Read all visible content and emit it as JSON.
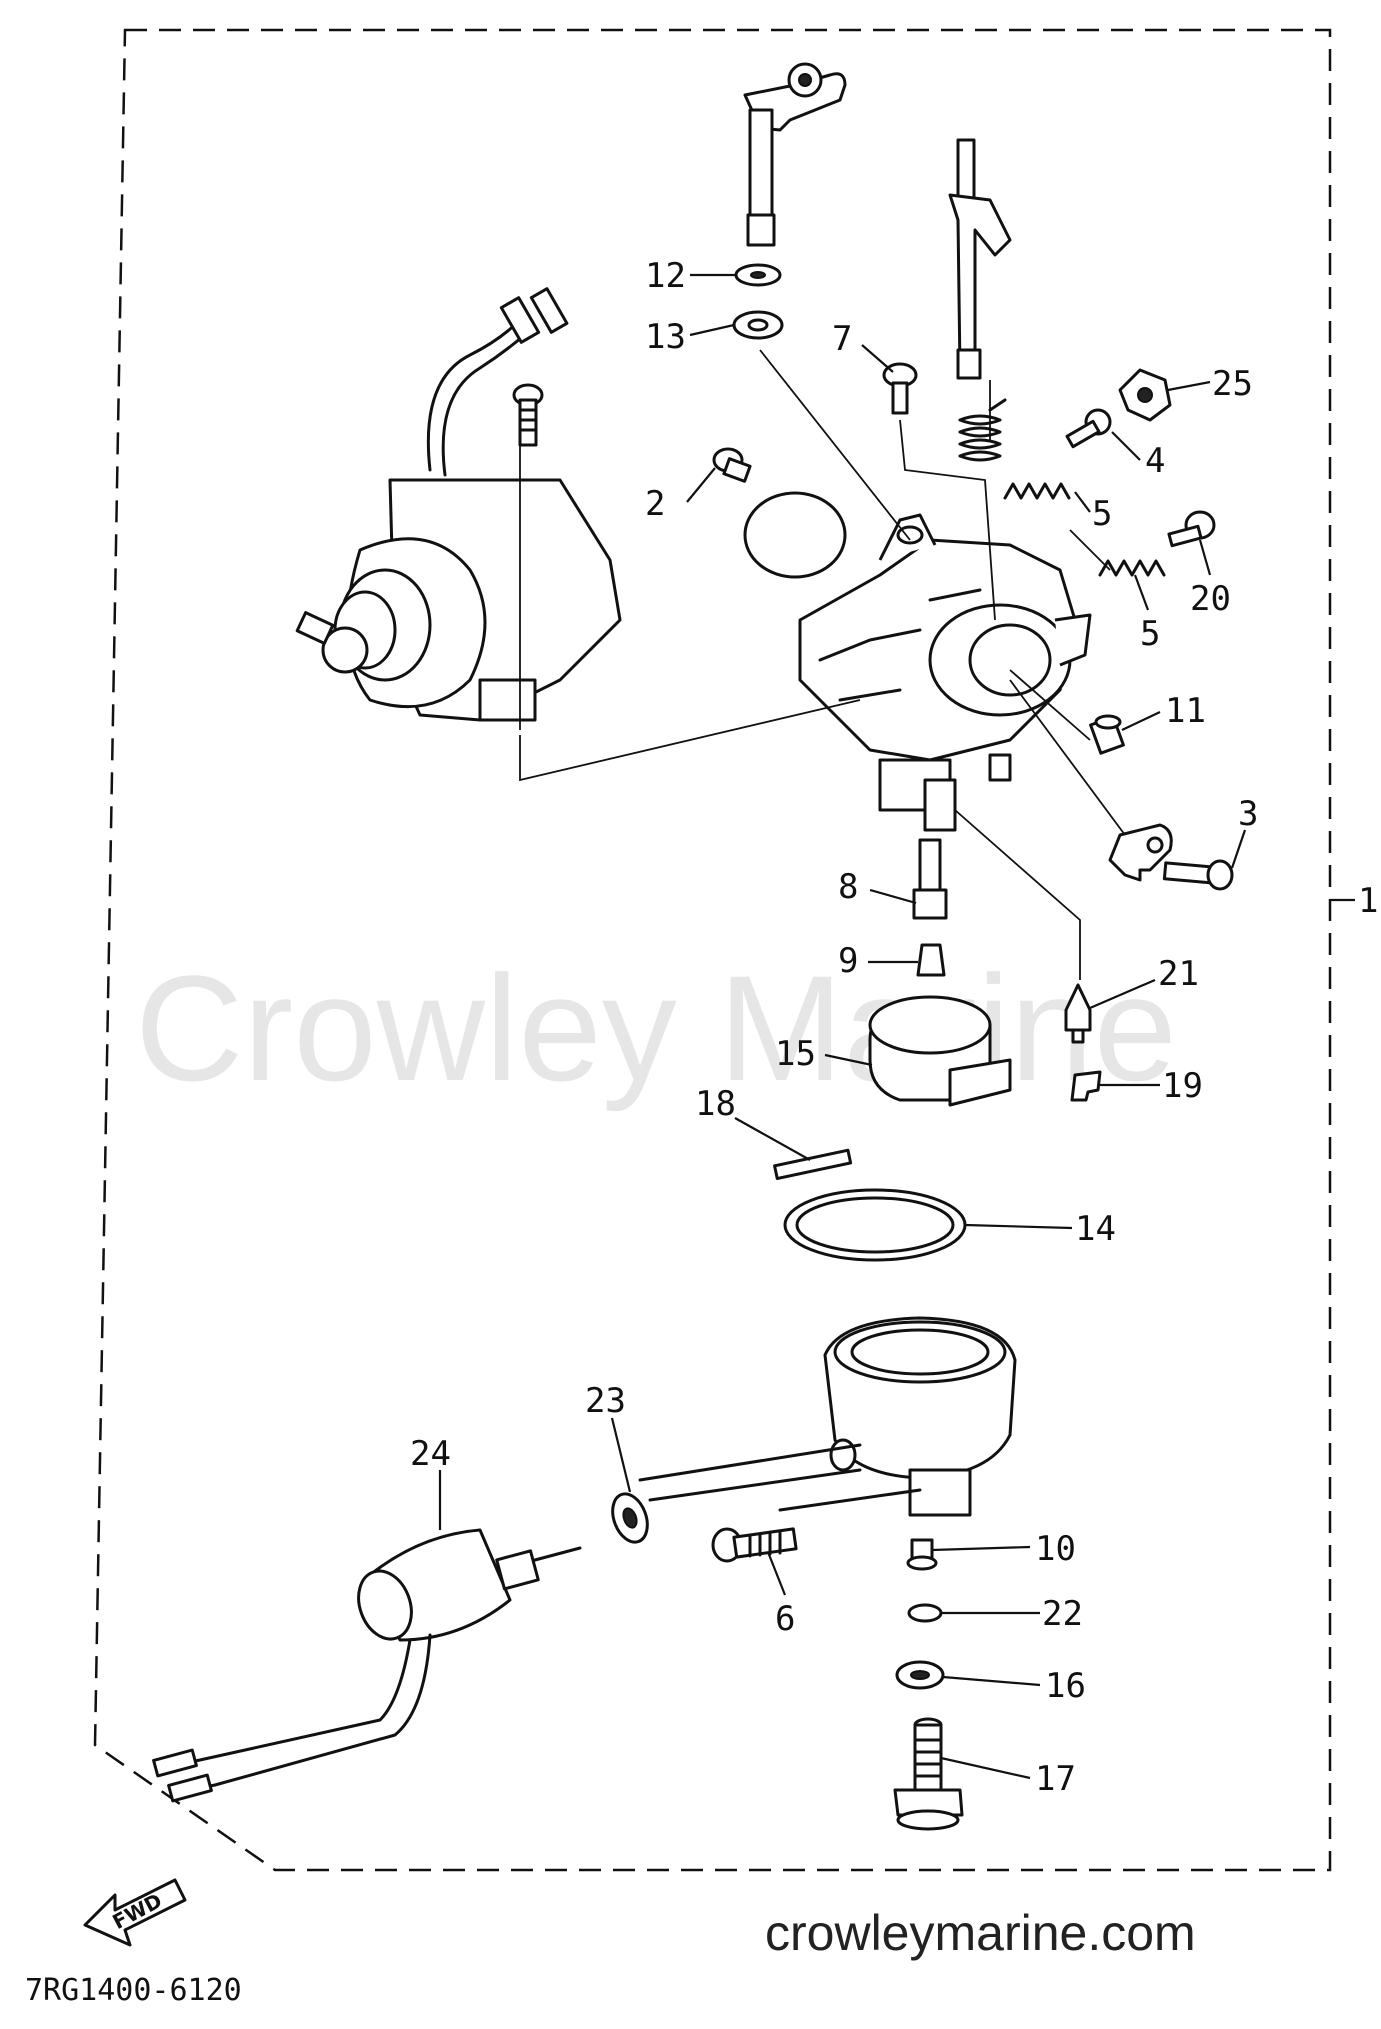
{
  "watermark": "Crowley Marine",
  "website": "crowleymarine.com",
  "diagram_code": "7RG1400-6120",
  "fwd_label": "FWD",
  "callouts": [
    {
      "id": "p1",
      "label": "1"
    },
    {
      "id": "p2",
      "label": "2"
    },
    {
      "id": "p3",
      "label": "3"
    },
    {
      "id": "p4",
      "label": "4"
    },
    {
      "id": "p5a",
      "label": "5"
    },
    {
      "id": "p5b",
      "label": "5"
    },
    {
      "id": "p6",
      "label": "6"
    },
    {
      "id": "p7",
      "label": "7"
    },
    {
      "id": "p8",
      "label": "8"
    },
    {
      "id": "p9",
      "label": "9"
    },
    {
      "id": "p10",
      "label": "10"
    },
    {
      "id": "p11",
      "label": "11"
    },
    {
      "id": "p12",
      "label": "12"
    },
    {
      "id": "p13",
      "label": "13"
    },
    {
      "id": "p14",
      "label": "14"
    },
    {
      "id": "p15",
      "label": "15"
    },
    {
      "id": "p16",
      "label": "16"
    },
    {
      "id": "p17",
      "label": "17"
    },
    {
      "id": "p18",
      "label": "18"
    },
    {
      "id": "p19",
      "label": "19"
    },
    {
      "id": "p20",
      "label": "20"
    },
    {
      "id": "p21",
      "label": "21"
    },
    {
      "id": "p22",
      "label": "22"
    },
    {
      "id": "p23",
      "label": "23"
    },
    {
      "id": "p24",
      "label": "24"
    },
    {
      "id": "p25",
      "label": "25"
    }
  ]
}
